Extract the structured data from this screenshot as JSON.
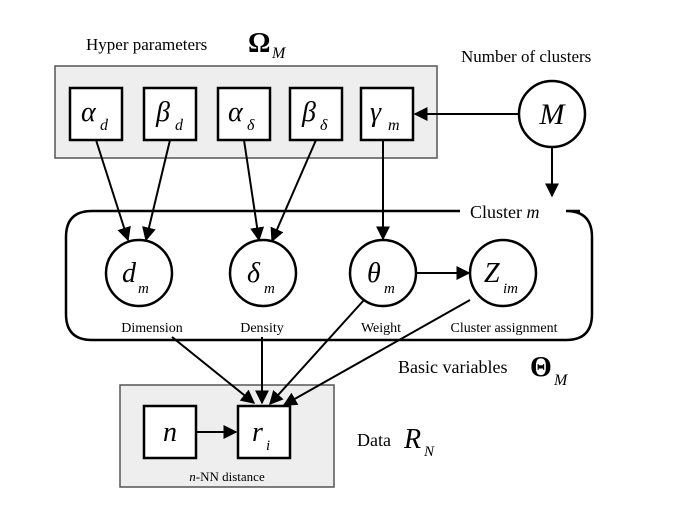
{
  "hyper": {
    "title_text": "Hyper parameters",
    "title_symbol": "Ω",
    "title_sub": "M",
    "params": [
      {
        "main": "α",
        "sub": "d"
      },
      {
        "main": "β",
        "sub": "d"
      },
      {
        "main": "α",
        "sub": "δ"
      },
      {
        "main": "β",
        "sub": "δ"
      },
      {
        "main": "γ",
        "sub": "m"
      }
    ]
  },
  "clusters": {
    "label": "Number of clusters",
    "node_main": "M"
  },
  "cluster_plate": {
    "label_text": "Cluster",
    "label_var": "m"
  },
  "basic": {
    "nodes": [
      {
        "main": "d",
        "sub": "m",
        "caption": "Dimension"
      },
      {
        "main": "δ",
        "sub": "m",
        "caption": "Density"
      },
      {
        "main": "θ",
        "sub": "m",
        "caption": "Weight"
      },
      {
        "main": "Z",
        "sub": "im",
        "caption": "Cluster assignment"
      }
    ],
    "title_text": "Basic variables",
    "title_symbol": "Θ",
    "title_sub": "M"
  },
  "data_plate": {
    "n_main": "n",
    "r_main": "r",
    "r_sub": "i",
    "caption_var": "n",
    "caption_rest": "-NN distance",
    "label_text": "Data",
    "label_symbol": "R",
    "label_sub": "N"
  },
  "colors": {
    "plate_fill": "#eeeeee",
    "stroke": "#000000",
    "background": "#ffffff"
  }
}
